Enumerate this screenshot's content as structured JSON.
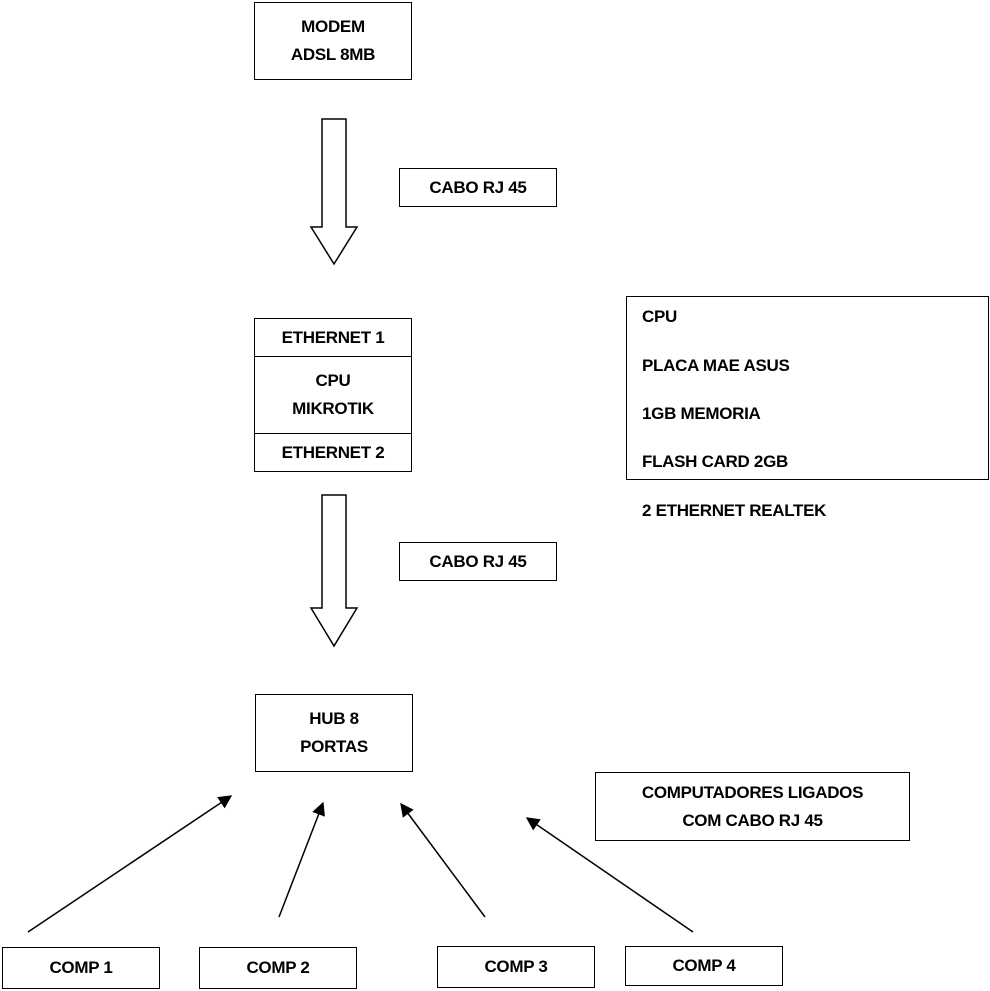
{
  "modem": {
    "line1": "MODEM",
    "line2": "ADSL 8MB"
  },
  "cable_label_top": "CABO RJ 45",
  "cable_label_mid": "CABO RJ 45",
  "mikrotik": {
    "eth1": "ETHERNET 1",
    "cpu_line1": "CPU",
    "cpu_line2": "MIKROTIK",
    "eth2": "ETHERNET 2"
  },
  "specs": {
    "items": [
      "CPU",
      "PLACA MAE ASUS",
      "1GB MEMORIA",
      "FLASH CARD 2GB",
      "2 ETHERNET REALTEK"
    ]
  },
  "hub": {
    "line1": "HUB 8",
    "line2": "PORTAS"
  },
  "note": {
    "line1": "COMPUTADORES LIGADOS",
    "line2": "COM CABO RJ 45"
  },
  "computers": [
    "COMP 1",
    "COMP 2",
    "COMP 3",
    "COMP 4"
  ]
}
